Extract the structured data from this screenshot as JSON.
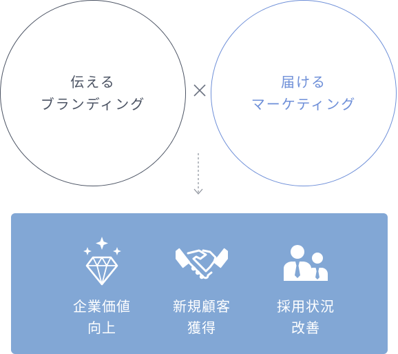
{
  "circles": {
    "left": {
      "line1": "伝える",
      "line2": "ブランディング"
    },
    "right": {
      "line1": "届ける",
      "line2": "マーケティング"
    }
  },
  "operator": "×",
  "results": [
    {
      "icon": "diamond-icon",
      "line1": "企業価値",
      "line2": "向上"
    },
    {
      "icon": "handshake-icon",
      "line1": "新規顧客",
      "line2": "獲得"
    },
    {
      "icon": "people-icon",
      "line1": "採用状況",
      "line2": "改善"
    }
  ],
  "colors": {
    "left_circle": "#4b5363",
    "right_circle": "#6e8fd8",
    "panel": "#82a7d5",
    "icon": "#ffffff"
  }
}
